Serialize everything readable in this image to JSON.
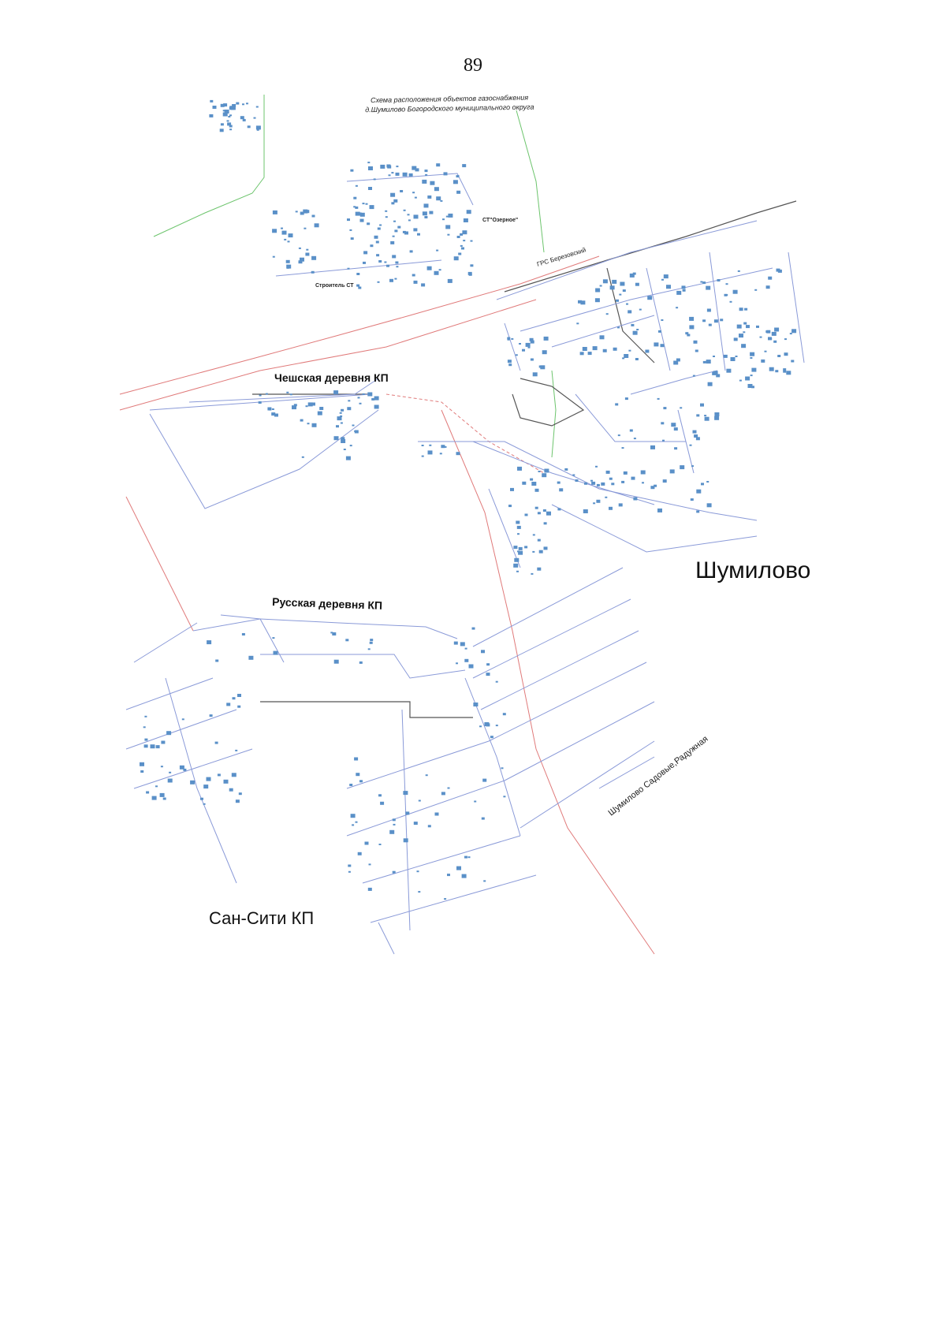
{
  "page": {
    "number": "89"
  },
  "map": {
    "title_line1": "Схема расположения объектов газоснабжения",
    "title_line2": "д.Шумилово Богородского муниципального округа",
    "colors": {
      "road": "#8a9ad8",
      "gas_line": "#555555",
      "boundary": "#e07a7a",
      "green_line": "#6cc46c",
      "house": "#5a90c8"
    },
    "labels": {
      "st_ozernoe": "СТ\"Озерное\"",
      "stroitel_st": "Строитель СТ",
      "grs": "ГРС Березовский",
      "cheshskaya": "Чешская деревня КП",
      "russkaya": "Русская деревня КП",
      "shumilovo": "Шумилово",
      "san_siti": "Сан-Сити КП",
      "sadovye": "Шумилово Садовые,Радужная"
    }
  }
}
